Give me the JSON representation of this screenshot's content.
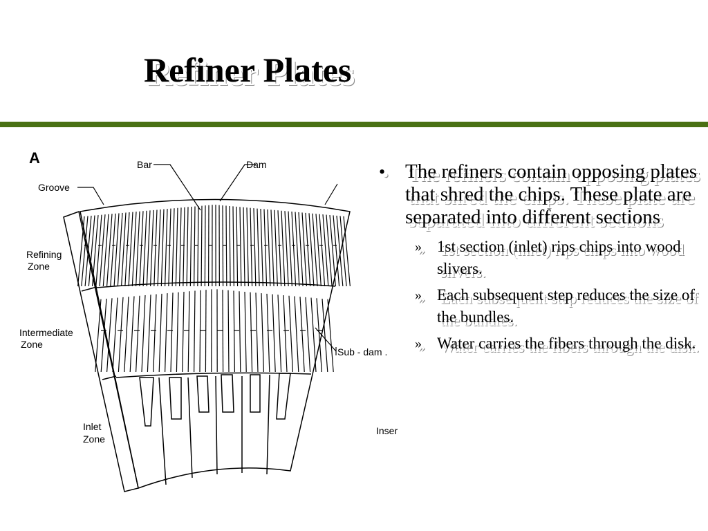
{
  "slide": {
    "title": "Refiner Plates"
  },
  "figure": {
    "letter": "A",
    "labels": {
      "bar": "Bar",
      "dam": "Dam",
      "groove": "Groove",
      "refining_line1": "Refining",
      "refining_line2": "Zone",
      "intermediate_line1": "Intermediate",
      "intermediate_line2": "Zone",
      "subdam": "Sub - dam .",
      "inlet_line1": "Inlet",
      "inlet_line2": "Zone",
      "insert": "Inser"
    }
  },
  "bullets": {
    "main": "The refiners contain opposing plates that shred the chips. These plate are separated into different sections",
    "sub_marker": "»",
    "subs": [
      "1st section (inlet) rips chips into wood slivers.",
      "Each subsequent step reduces the size of the bundles.",
      "Water carries the fibers through the disk."
    ]
  },
  "colors": {
    "rule": "#4a7114"
  }
}
